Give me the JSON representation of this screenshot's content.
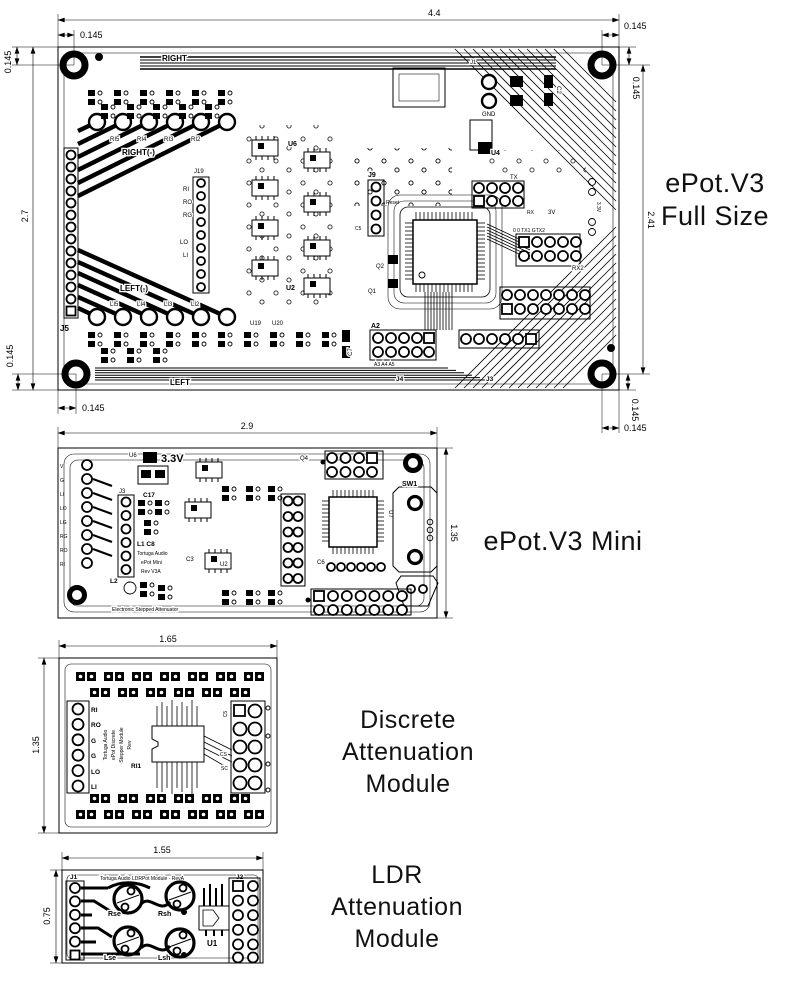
{
  "colors": {
    "ink": "#000000",
    "background": "#ffffff"
  },
  "titles": {
    "full_size": {
      "line1": "ePot.V3",
      "line2": "Full Size"
    },
    "mini": "ePot.V3 Mini",
    "discrete": {
      "line1": "Discrete",
      "line2": "Attenuation",
      "line3": "Module"
    },
    "ldr": {
      "line1": "LDR",
      "line2": "Attenuation",
      "line3": "Module"
    }
  },
  "dims": {
    "full": {
      "w": "4.4",
      "h": "2.7",
      "span": "2.41",
      "off": "0.145"
    },
    "mini": {
      "w": "2.9",
      "h": "1.35"
    },
    "discrete": {
      "w": "1.65",
      "h": "1.35"
    },
    "ldr": {
      "w": "1.55",
      "h": "0.75"
    }
  },
  "full": {
    "silk": {
      "right": "RIGHT",
      "right_neg": "RIGHT(-)",
      "left_neg": "LEFT(-)",
      "left": "LEFT",
      "j5": "J5",
      "j19": "J19",
      "j9": "J9",
      "j1": "J1",
      "j4": "J4",
      "j3": "J3",
      "u2": "U2",
      "u4": "U4",
      "u6": "U6",
      "u19": "U19",
      "u20": "U20",
      "q1": "Q1",
      "q2": "Q2",
      "c2": "C2",
      "c5": "C5",
      "c7": "C7",
      "gnd": "GND",
      "reset": "Reset",
      "tx": "TX",
      "rx": "RX",
      "v3": "3V",
      "v33": "3.3V",
      "tx_row": "0  0 TX1 GTX2",
      "rx2": "RX2",
      "a2": "A2",
      "a_row": "A3 A4 A5",
      "rpads": [
        "RI5",
        "RI4",
        "RI3",
        "RI2"
      ],
      "lpads": [
        "LI5",
        "LI4",
        "LI3",
        "LI2"
      ],
      "hdr": [
        "RI",
        "RO",
        "RG",
        "LO",
        "LI"
      ]
    }
  },
  "mini": {
    "silk": {
      "u6": "U6",
      "v33": "3.3V",
      "c17": "C17",
      "j3": "J3",
      "l1c8": "L1 C8",
      "brand": [
        "Tortuga Audio",
        "ePot Mini",
        "Rev V3A"
      ],
      "l2": "L2",
      "footer": "Electronic Stepped Attenuator",
      "u2": "U2",
      "c3": "C3",
      "u7": "U7",
      "c6": "C6",
      "q4": "Q4",
      "sw1": "SW1",
      "pins": [
        "V",
        "G",
        "LI",
        "LO",
        "LG",
        "RG",
        "RO",
        "RI"
      ]
    }
  },
  "discrete": {
    "silk": {
      "hdr": [
        "RI",
        "RO",
        "G",
        "G",
        "LO",
        "LI"
      ],
      "ri1": "RI1",
      "cs": "CS",
      "sc": "SC",
      "c5": "C5",
      "brand": [
        "Tortuga Audio",
        "ePot Discrete",
        "Stepper Module",
        "Rev"
      ]
    }
  },
  "ldr": {
    "silk": {
      "j1": "J1",
      "j2": "J2",
      "header": "Tortuga Audio LDRPot Module - RevA",
      "rse": "Rse",
      "rsh": "Rsh",
      "lse": "Lse",
      "lsh": "Lsh",
      "u1": "U1"
    }
  }
}
